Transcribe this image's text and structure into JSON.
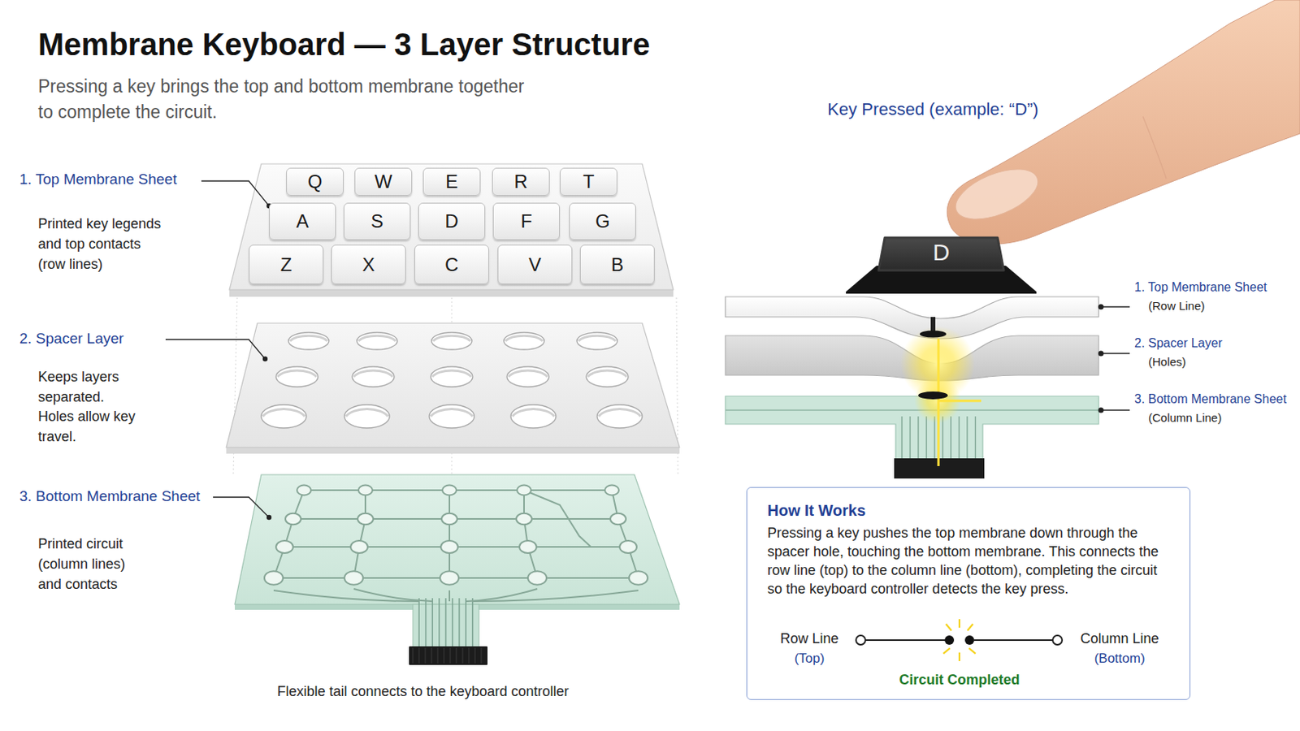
{
  "diagram": {
    "title": "Membrane Keyboard — 3 Layer Structure",
    "nodes": [
      {
        "text": [
          "Q"
        ]
      },
      {
        "text": [
          "W"
        ]
      },
      {
        "text": [
          "E"
        ]
      },
      {
        "text": [
          "R"
        ]
      },
      {
        "text": [
          "T"
        ]
      },
      {
        "text": [
          "A"
        ]
      },
      {
        "text": [
          "S"
        ]
      },
      {
        "text": [
          "D"
        ]
      },
      {
        "text": [
          "F"
        ]
      },
      {
        "text": [
          "G"
        ]
      },
      {
        "text": [
          "Z"
        ]
      },
      {
        "text": [
          "X"
        ]
      },
      {
        "text": [
          "C"
        ]
      },
      {
        "text": [
          "V"
        ]
      },
      {
        "text": [
          "B"
        ]
      },
      {
        "text": [
          "D"
        ]
      },
      {
        "text": [
          "How It Works",
          "Pressing a key pushes the top membrane down through the spacer hole, touching the bottom membrane. This connects the row line (top) to the column line (bottom), completing the circuit so the keyboard controller detects the key press."
        ]
      }
    ],
    "labels": [
      "Pressing a key brings the top and bottom membrane together to complete the circuit.",
      "1. Top Membrane Sheet",
      "Printed key legends and top contacts (row lines)",
      "2. Spacer Layer",
      "Keeps layers separated. Holes allow key travel.",
      "3. Bottom Membrane Sheet",
      "Printed circuit (column lines) and contacts",
      "Flexible tail connects to the keyboard controller",
      "Key Pressed (example: “D”)",
      "1. Top Membrane Sheet",
      "(Row Line)",
      "2. Spacer Layer",
      "(Holes)",
      "3. Bottom Membrane Sheet",
      "(Column Line)",
      "Row Line",
      "(Top)",
      "Column Line",
      "(Bottom)",
      "Circuit Completed"
    ]
  }
}
